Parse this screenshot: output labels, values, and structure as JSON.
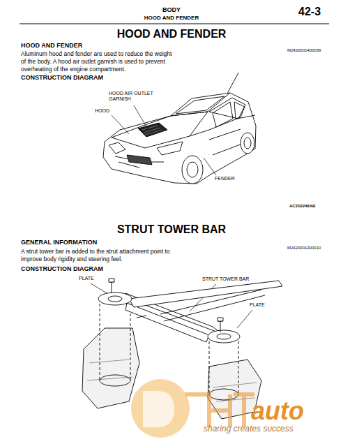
{
  "diagram": {
    "title": "HOOD AND FENDER",
    "labels": [
      "BODY",
      "HOOD AND FENDER",
      "42-3",
      "HOOD AND FENDER",
      "M2420001400039",
      "Aluminum hood and fender are used to reduce the weight of the body. A hood air outlet garnish is used to prevent overheating of the engine compartment.",
      "CONSTRUCTION DIAGRAM",
      "HOOD AIR OUTLET GARNISH",
      "HOOD",
      "FENDER",
      "AC210246AB",
      "STRUT TOWER BAR",
      "GENERAL INFORMATION",
      "M2420001300010",
      "A strut tower bar is added to the strut attachment point to improve body rigidity and steering feel.",
      "CONSTRUCTION DIAGRAM",
      "PLATE",
      "STRUT TOWER BAR",
      "PLATE",
      "auto",
      "sharing creates success"
    ]
  }
}
